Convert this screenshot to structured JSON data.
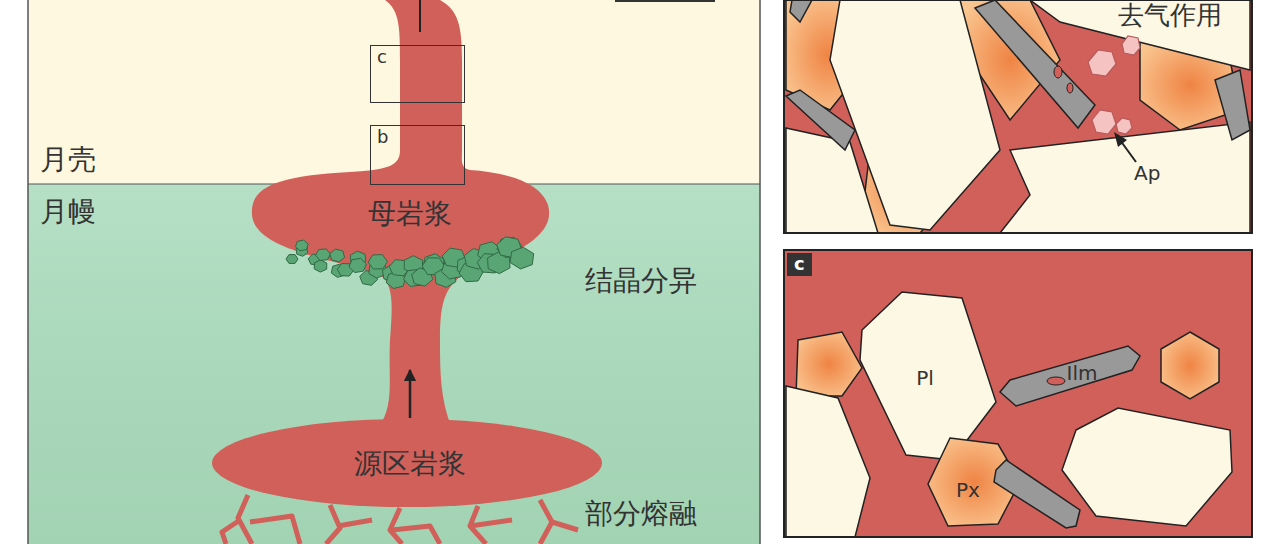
{
  "diagram": {
    "nodes": [
      {
        "text": [
          "月壳"
        ]
      },
      {
        "text": [
          "c"
        ],
        "in": 0
      },
      {
        "text": [
          "b"
        ],
        "in": 0
      },
      {
        "text": [
          "月幔"
        ]
      },
      {
        "text": [
          "母岩浆"
        ]
      },
      {
        "text": [
          "源区岩浆"
        ],
        "in": 3
      },
      {
        "text": [
          "c"
        ]
      },
      {
        "text": [
          "Pl"
        ],
        "in": 6
      },
      {
        "text": [
          "Ilm"
        ],
        "in": 6
      },
      {
        "text": [
          "Px"
        ],
        "in": 6
      }
    ],
    "edges": [
      {
        "from": 5,
        "to": 4,
        "arrow": "to"
      }
    ],
    "labels": [
      "结晶分异",
      "部分熔融",
      "去气作用",
      "Ap"
    ]
  }
}
